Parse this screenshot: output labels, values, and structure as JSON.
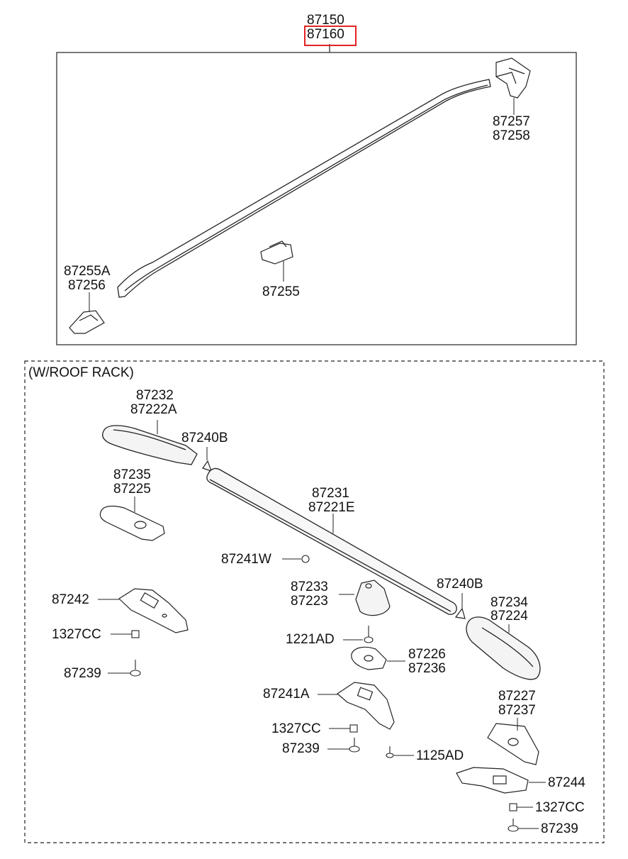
{
  "highlight_color": "#e32222",
  "labels": {
    "top_87150": "87150",
    "top_87160": "87160",
    "top_87257": "87257",
    "top_87258": "87258",
    "top_87255A": "87255A",
    "top_87256": "87256",
    "top_87255": "87255",
    "section_title": "(W/ROOF RACK)",
    "l_87232": "87232",
    "l_87222A": "87222A",
    "l_87240B_a": "87240B",
    "l_87235": "87235",
    "l_87225": "87225",
    "l_87231": "87231",
    "l_87221E": "87221E",
    "l_87241W": "87241W",
    "l_87233": "87233",
    "l_87223": "87223",
    "l_87240B_b": "87240B",
    "l_87234": "87234",
    "l_87224": "87224",
    "l_87242": "87242",
    "l_1327CC_a": "1327CC",
    "l_87239_a": "87239",
    "l_1221AD": "1221AD",
    "l_87226": "87226",
    "l_87236": "87236",
    "l_87227": "87227",
    "l_87237": "87237",
    "l_87241A": "87241A",
    "l_1327CC_b": "1327CC",
    "l_87239_b": "87239",
    "l_1125AD": "1125AD",
    "l_87244": "87244",
    "l_1327CC_c": "1327CC",
    "l_87239_c": "87239"
  }
}
